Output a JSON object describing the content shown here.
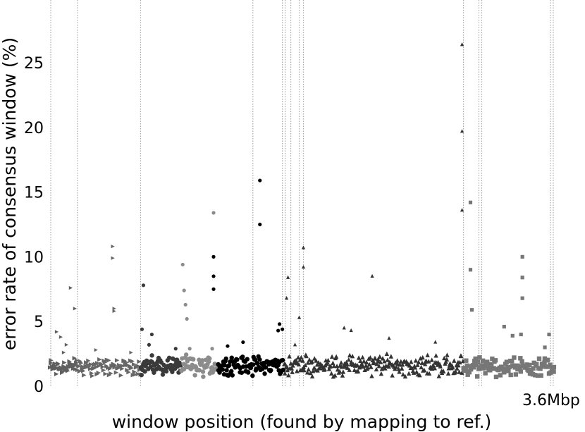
{
  "chart_data": {
    "type": "scatter",
    "title": "",
    "xlabel": "window position (found by mapping to ref.)",
    "ylabel": "error rate of consensus window (%)",
    "x_unit": "Mbp",
    "xlim": [
      0,
      3.6
    ],
    "ylim": [
      0,
      28
    ],
    "yticks": [
      0,
      5,
      10,
      15,
      20,
      25
    ],
    "x_end_label": "3.6Mbp",
    "grid": false,
    "boundaries": [
      0.01,
      0.2,
      0.65,
      1.45,
      1.66,
      1.68,
      1.72,
      1.78,
      1.81,
      2.95,
      3.06,
      3.08,
      3.57,
      3.59
    ],
    "series": [
      {
        "color": "#5f5f5f",
        "marker": "tri-right",
        "x_range": [
          0.0,
          0.2
        ],
        "baseline": 1.5,
        "spread": 0.6,
        "count": 45,
        "outliers": [
          [
            0.05,
            4.2
          ],
          [
            0.08,
            3.8
          ],
          [
            0.1,
            2.6
          ],
          [
            0.15,
            7.6
          ],
          [
            0.18,
            6.0
          ],
          [
            0.12,
            3.2
          ]
        ]
      },
      {
        "color": "#666666",
        "marker": "tri-right",
        "x_range": [
          0.2,
          0.65
        ],
        "baseline": 1.5,
        "spread": 0.6,
        "count": 85,
        "outliers": [
          [
            0.45,
            10.8
          ],
          [
            0.45,
            9.9
          ],
          [
            0.46,
            6.0
          ],
          [
            0.46,
            5.8
          ],
          [
            0.33,
            2.8
          ],
          [
            0.58,
            2.6
          ]
        ]
      },
      {
        "color": "#3a3a3a",
        "marker": "circle",
        "x_range": [
          0.65,
          0.94
        ],
        "baseline": 1.6,
        "spread": 0.6,
        "count": 60,
        "outliers": [
          [
            0.73,
            4.0
          ],
          [
            0.71,
            3.2
          ],
          [
            0.66,
            4.4
          ],
          [
            0.67,
            7.8
          ],
          [
            0.9,
            2.9
          ]
        ]
      },
      {
        "color": "#8c8c8c",
        "marker": "circle",
        "x_range": [
          0.94,
          1.2
        ],
        "baseline": 1.5,
        "spread": 0.7,
        "count": 55,
        "outliers": [
          [
            0.95,
            9.4
          ],
          [
            0.96,
            7.4
          ],
          [
            0.97,
            6.3
          ],
          [
            0.98,
            5.2
          ],
          [
            1.0,
            2.9
          ],
          [
            1.16,
            2.9
          ],
          [
            1.17,
            13.4
          ]
        ]
      },
      {
        "color": "#000000",
        "marker": "circle",
        "x_range": [
          1.2,
          1.67
        ],
        "baseline": 1.6,
        "spread": 0.6,
        "count": 100,
        "outliers": [
          [
            1.5,
            15.9
          ],
          [
            1.5,
            12.5
          ],
          [
            1.17,
            10.0
          ],
          [
            1.17,
            8.5
          ],
          [
            1.17,
            7.5
          ],
          [
            1.64,
            4.8
          ],
          [
            1.63,
            4.3
          ],
          [
            1.66,
            4.4
          ],
          [
            1.38,
            3.4
          ],
          [
            1.27,
            3.1
          ]
        ]
      },
      {
        "color": "#333333",
        "marker": "triangle",
        "x_range": [
          1.67,
          2.95
        ],
        "baseline": 1.6,
        "spread": 0.7,
        "count": 240,
        "outliers": [
          [
            2.94,
            26.4
          ],
          [
            2.94,
            19.7
          ],
          [
            2.94,
            13.6
          ],
          [
            1.81,
            10.7
          ],
          [
            1.81,
            9.2
          ],
          [
            2.3,
            8.5
          ],
          [
            1.7,
            8.4
          ],
          [
            1.69,
            6.8
          ],
          [
            1.78,
            5.3
          ],
          [
            2.1,
            4.5
          ],
          [
            2.15,
            4.3
          ],
          [
            2.42,
            3.7
          ],
          [
            2.75,
            3.4
          ],
          [
            1.75,
            3.2
          ]
        ]
      },
      {
        "color": "#777777",
        "marker": "square",
        "x_range": [
          2.95,
          3.6
        ],
        "baseline": 1.5,
        "spread": 0.6,
        "count": 110,
        "outliers": [
          [
            3.01,
            5.9
          ],
          [
            3.24,
            4.6
          ],
          [
            3.37,
            6.8
          ],
          [
            3.37,
            8.4
          ],
          [
            3.37,
            10.0
          ],
          [
            3.3,
            3.9
          ],
          [
            3.36,
            4.0
          ],
          [
            3.56,
            4.0
          ],
          [
            3.0,
            9.0
          ],
          [
            3.0,
            14.2
          ],
          [
            3.53,
            3.0
          ]
        ]
      }
    ]
  }
}
